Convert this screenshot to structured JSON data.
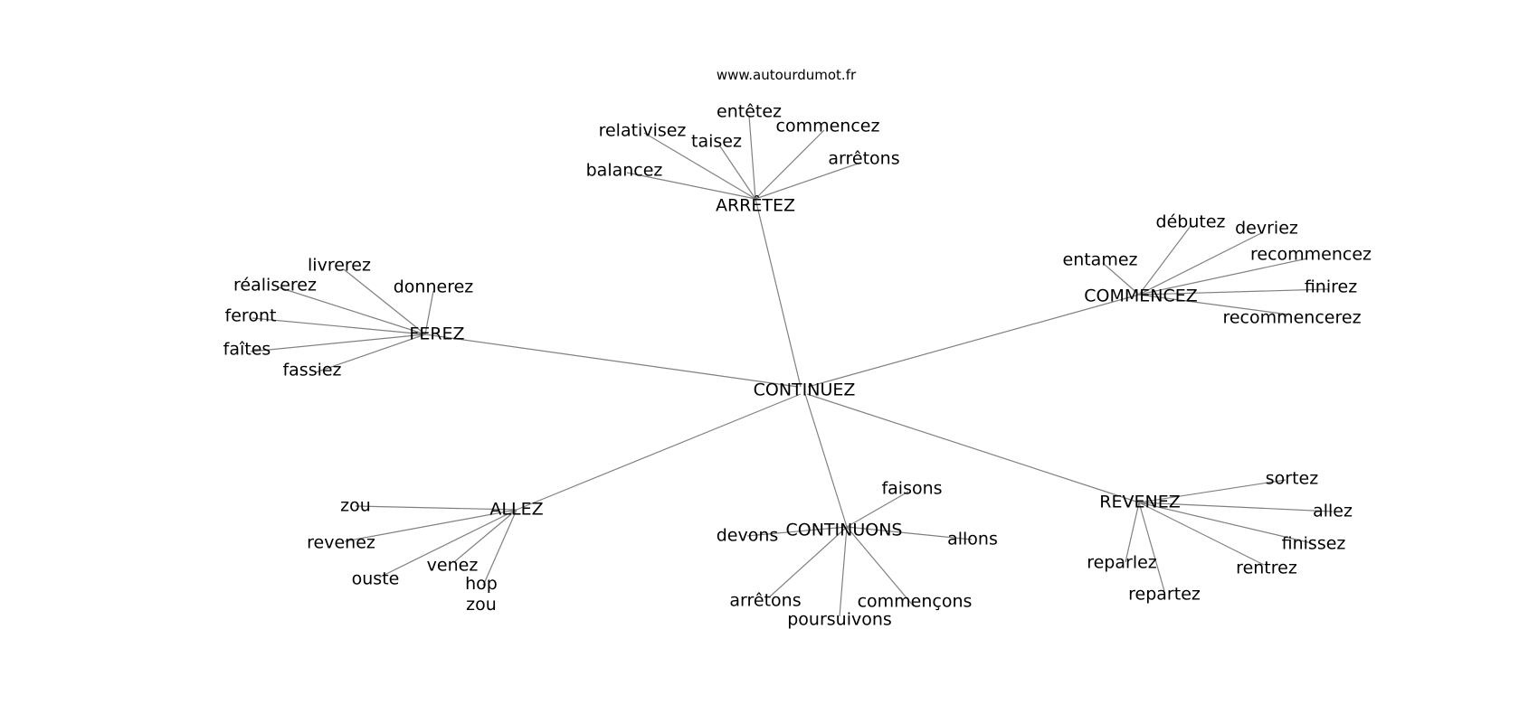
{
  "watermark": "www.autourdumot.fr",
  "colors": {
    "edge": "#808080",
    "text": "#000000",
    "background": "#ffffff"
  },
  "graph": {
    "center": "CONTINUEZ",
    "clusters": [
      {
        "hub": "ARRÊTEZ",
        "leaves": [
          "relativisez",
          "entêtez",
          "taisez",
          "commencez",
          "balancez",
          "arrêtons"
        ]
      },
      {
        "hub": "FEREZ",
        "leaves": [
          "livrerez",
          "réaliserez",
          "donnerez",
          "feront",
          "faîtes",
          "fassiez"
        ]
      },
      {
        "hub": "COMMENCEZ",
        "leaves": [
          "débutez",
          "devriez",
          "entamez",
          "recommencez",
          "finirez",
          "recommencerez"
        ]
      },
      {
        "hub": "ALLEZ",
        "leaves": [
          "zou",
          "revenez",
          "venez",
          "ouste",
          "hop\nzou"
        ]
      },
      {
        "hub": "CONTINUONS",
        "leaves": [
          "faisons",
          "devons",
          "allons",
          "arrêtons",
          "commençons",
          "poursuivons"
        ]
      },
      {
        "hub": "REVENEZ",
        "leaves": [
          "sortez",
          "allez",
          "finissez",
          "reparlez",
          "rentrez",
          "repartez"
        ]
      }
    ]
  }
}
